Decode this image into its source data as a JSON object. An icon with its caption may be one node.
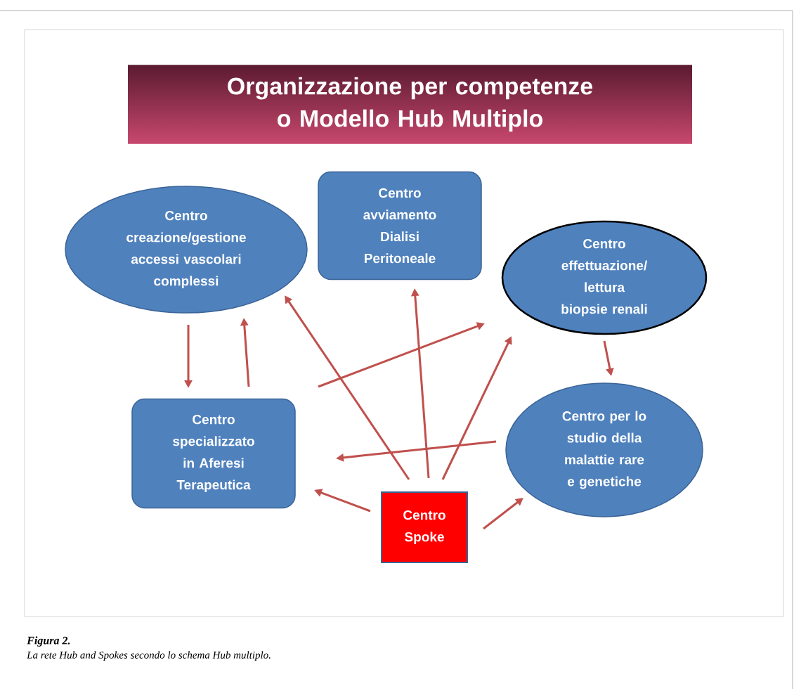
{
  "diagram": {
    "title": "Organizzazione per competenze o Modello Hub Multiplo",
    "caption": "La rete Hub and Spokes secondo lo schema Hub multiplo.",
    "nodes": [
      {
        "text": [
          "Centro creazione/gestione accessi vascolari complessi"
        ]
      },
      {
        "text": [
          "Centro avviamento Dialisi Peritoneale"
        ]
      },
      {
        "text": [
          "Centro effettuazione/ lettura biopsie renali"
        ]
      },
      {
        "text": [
          "Centro specializzato in Aferesi Terapeutica"
        ]
      },
      {
        "text": [
          "Centro per lo studio della malattie rare e genetiche"
        ]
      },
      {
        "text": [
          "Centro Spoke"
        ]
      }
    ],
    "edges": [
      {
        "from": 0,
        "to": 3,
        "arrow": "to"
      },
      {
        "from": 3,
        "to": 0,
        "arrow": "to"
      },
      {
        "from": 5,
        "to": 0,
        "arrow": "to"
      },
      {
        "from": 5,
        "to": 1,
        "arrow": "to"
      },
      {
        "from": 5,
        "to": 2,
        "arrow": "to"
      },
      {
        "from": 3,
        "to": 2,
        "arrow": "to"
      },
      {
        "from": 2,
        "to": 4,
        "arrow": "to"
      },
      {
        "from": 4,
        "to": 3,
        "arrow": "to"
      },
      {
        "from": 5,
        "to": 3,
        "arrow": "to"
      },
      {
        "from": 5,
        "to": 4,
        "arrow": "to"
      }
    ],
    "labels": [
      "Figura 2."
    ]
  }
}
